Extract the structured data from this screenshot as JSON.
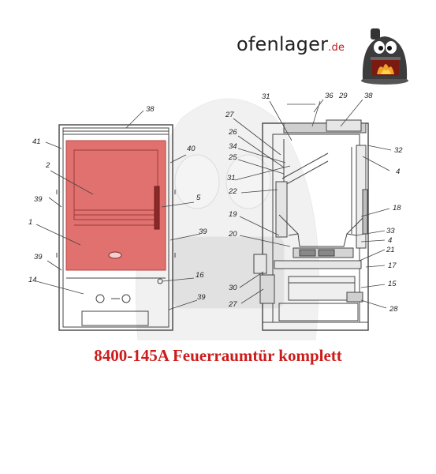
{
  "logo": {
    "brand": "ofenlager",
    "tld": ".de"
  },
  "caption": "8400-145A Feuerraumtür komplett",
  "front_view_labels": {
    "l38": "38",
    "l41": "41",
    "l2": "2",
    "l40": "40",
    "l5": "5",
    "l39a": "39",
    "l39b": "39",
    "l1": "1",
    "l39c": "39",
    "l16": "16",
    "l14": "14",
    "l39d": "39"
  },
  "side_view_labels": {
    "l31a": "31",
    "l36": "36",
    "l29": "29",
    "l38": "38",
    "l27a": "27",
    "l26": "26",
    "l34": "34",
    "l32": "32",
    "l25": "25",
    "l4a": "4",
    "l31b": "31",
    "l22": "22",
    "l18": "18",
    "l19": "19",
    "l33": "33",
    "l20": "20",
    "l4b": "4",
    "l21": "21",
    "l17": "17",
    "l30": "30",
    "l15": "15",
    "l27b": "27",
    "l28": "28"
  },
  "colors": {
    "door_highlight": "#e0716f",
    "caption": "#cc1c1c",
    "line": "#444444",
    "watermark": "#d9d9d9"
  }
}
